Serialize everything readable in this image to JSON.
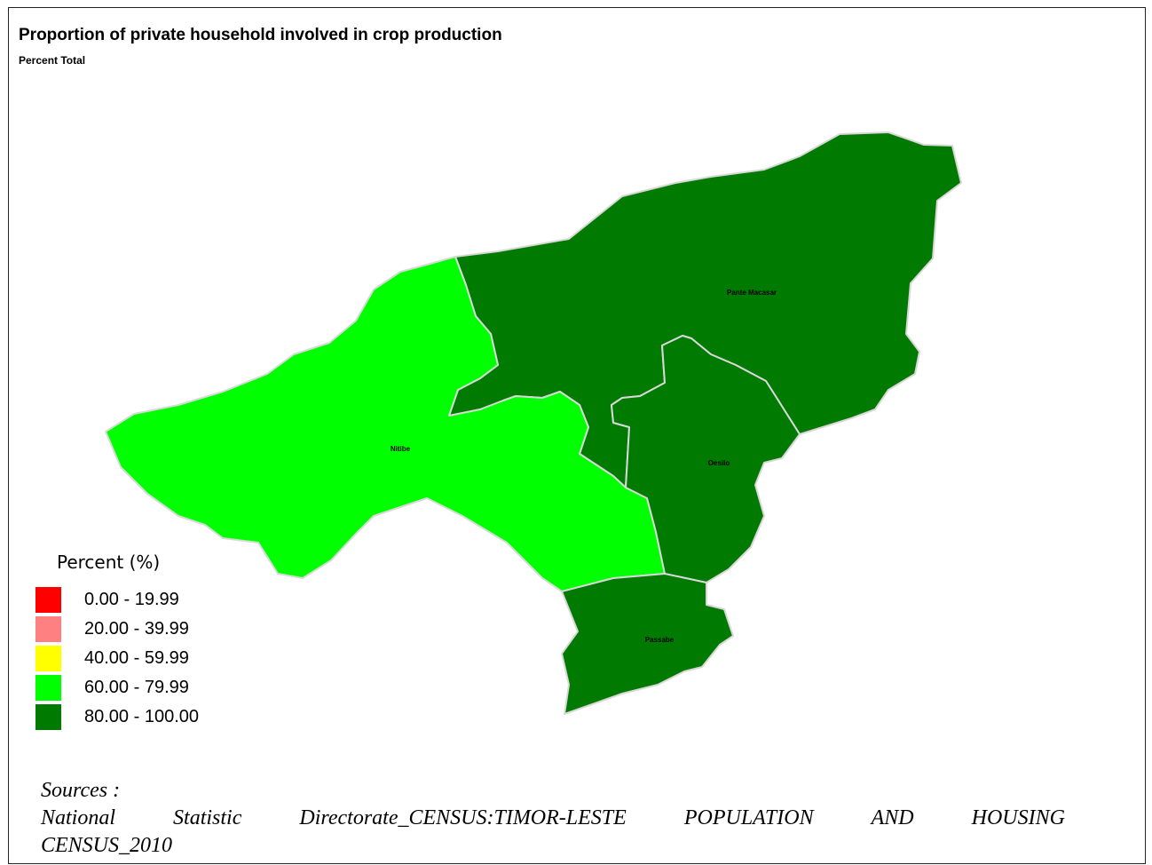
{
  "map": {
    "title": "Proportion of private household involved in crop production",
    "subtitle": "Percent Total",
    "regions": [
      {
        "name": "Pante Macasar",
        "range": "80.00 - 100.00",
        "color": "#007a00"
      },
      {
        "name": "Nitibe",
        "range": "60.00 - 79.99",
        "color": "#00ff00"
      },
      {
        "name": "Oesilo",
        "range": "80.00 - 100.00",
        "color": "#007a00"
      },
      {
        "name": "Passabe",
        "range": "80.00 - 100.00",
        "color": "#007a00"
      }
    ]
  },
  "legend": {
    "title": "Percent (%)",
    "items": [
      {
        "label": "0.00 - 19.99",
        "color": "#ff0000"
      },
      {
        "label": "20.00 - 39.99",
        "color": "#ff8080"
      },
      {
        "label": "40.00 - 59.99",
        "color": "#ffff00"
      },
      {
        "label": "60.00 - 79.99",
        "color": "#00ff00"
      },
      {
        "label": "80.00 - 100.00",
        "color": "#007a00"
      }
    ]
  },
  "sources": {
    "heading": "Sources :",
    "line1_words": [
      "National",
      "Statistic",
      "Directorate_CENSUS:TIMOR-LESTE",
      "POPULATION",
      "AND",
      "HOUSING"
    ],
    "line2": "CENSUS_2010"
  },
  "colors": {
    "border": "#d8d8d8"
  }
}
